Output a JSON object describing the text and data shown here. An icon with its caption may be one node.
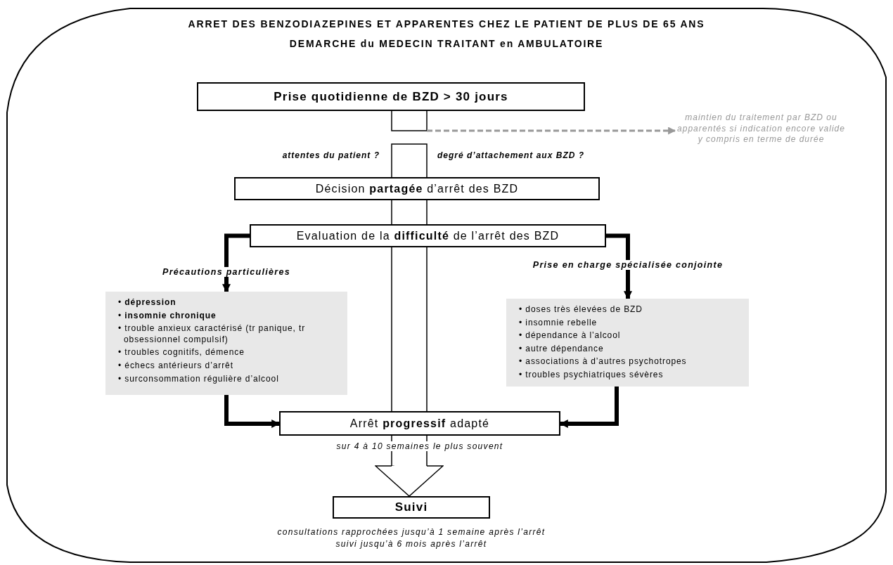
{
  "diagram": {
    "title": "ARRET DES BENZODIAZEPINES ET APPARENTES CHEZ LE PATIENT DE PLUS DE 65 ANS",
    "nodes": [
      {
        "text": [
          "Prise quotidienne de BZD > 30 jours"
        ]
      },
      {
        "text": [
          "maintien du traitement par BZD ou apparentés si indication encore valide y compris en terme de durée"
        ]
      },
      {
        "text": [
          "Décision **partagée** d’arrêt des BZD"
        ]
      },
      {
        "text": [
          "Evaluation de la **difficulté** de l’arrêt des BZD"
        ]
      },
      {
        "text": [
          "• **dépression**",
          "• **insomnie chronique**",
          "• trouble anxieux caractérisé (tr panique, tr obsessionnel compulsif)",
          "• troubles cognitifs, démence",
          "• échecs antérieurs d’arrêt",
          "• surconsommation régulière d’alcool"
        ]
      },
      {
        "text": [
          "• doses très élevées de BZD",
          "• insomnie rebelle",
          "• dépendance à l’alcool",
          "• autre dépendance",
          "• associations à d’autres psychotropes",
          "• troubles psychiatriques sévères"
        ]
      },
      {
        "text": [
          "Arrêt **progressif** adapté"
        ],
        "beside": [
          "sur 4 à 10 semaines le plus souvent"
        ]
      },
      {
        "text": [
          "Suivi"
        ],
        "beside": [
          "consultations rapprochées jusqu’à 1 semaine après l’arrêt",
          "suivi jusqu’à 6 mois après l’arrêt"
        ]
      }
    ],
    "edges": [
      {
        "from": null,
        "to": 2,
        "arrow": "none"
      },
      {
        "from": 0,
        "to": 1,
        "arrow": "to",
        "style": "dashed",
        "color": "#999999"
      },
      {
        "from": 2,
        "to": 3,
        "arrow": "none"
      },
      {
        "from": 3,
        "to": 6,
        "arrow": "none"
      },
      {
        "from": 6,
        "to": 7,
        "arrow": "to"
      },
      {
        "from": 3,
        "to": 4,
        "arrow": "to",
        "style": "thick",
        "label": "Précautions particulières"
      },
      {
        "from": 3,
        "to": 5,
        "arrow": "to",
        "style": "thick",
        "label": "Prise en charge spécialisée conjointe"
      },
      {
        "from": 4,
        "to": 6,
        "arrow": "to",
        "style": "thick"
      },
      {
        "from": 5,
        "to": 6,
        "arrow": "to",
        "style": "thick"
      }
    ],
    "labels": [
      "DEMARCHE du MEDECIN TRAITANT en AMBULATOIRE",
      "attentes du patient ?",
      "degré d’attachement aux BZD ?"
    ]
  }
}
